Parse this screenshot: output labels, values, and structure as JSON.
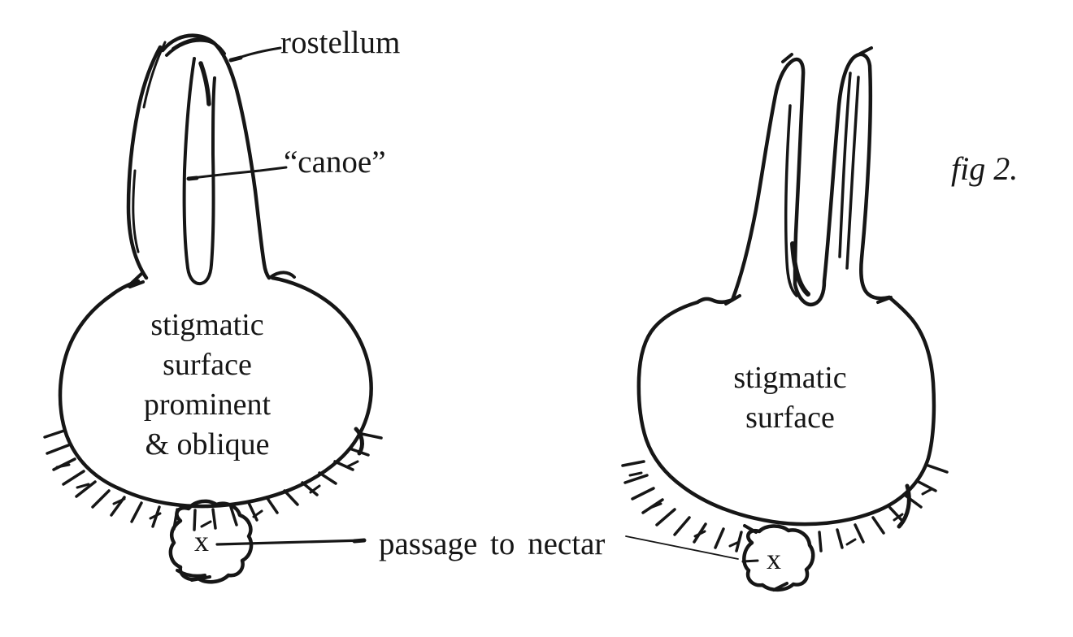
{
  "diagram": {
    "fig_label": "fig 2.",
    "passage_label": "passage to nectar",
    "ink_color": "#161616",
    "background_color": "#ffffff",
    "left_structure": {
      "rostellum_label": "rostellum",
      "canoe_label": "“canoe”",
      "surface_lines": [
        "stigmatic",
        "surface",
        "prominent",
        "& oblique"
      ],
      "nectar_marker": "x"
    },
    "right_structure": {
      "surface_lines": [
        "stigmatic",
        "surface"
      ],
      "nectar_marker": "x"
    }
  }
}
